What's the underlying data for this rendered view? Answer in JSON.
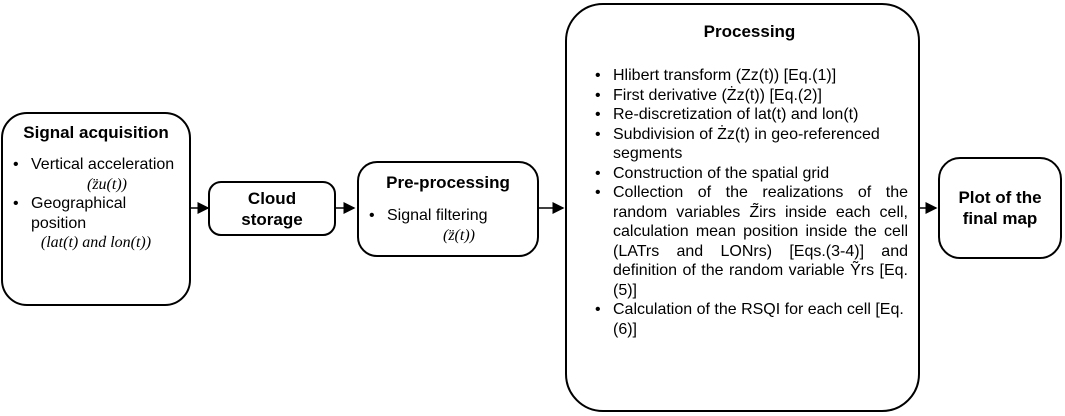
{
  "boxes": {
    "signal_acquisition": {
      "title": "Signal acquisition",
      "item1_label": "Vertical acceleration",
      "item1_math": "(z̈u(t))",
      "item2_label": "Geographical position",
      "item2_math": "(lat(t) and lon(t))"
    },
    "cloud_storage": {
      "title": "Cloud storage"
    },
    "pre_processing": {
      "title": "Pre-processing",
      "item1_label": "Signal filtering",
      "item1_math": "(z̈(t))"
    },
    "processing": {
      "title": "Processing",
      "items": [
        "Hlibert transform (Zz(t)) [Eq.(1)]",
        "First derivative (Żz(t)) [Eq.(2)]",
        "Re-discretization of lat(t) and lon(t)",
        "Subdivision of Żz(t) in geo-referenced segments",
        "Construction of the spatial grid",
        "Collection of the realizations of the random variables Z̃irs inside each cell, calculation mean position inside the cell (LATrs and LONrs) [Eqs.(3-4)] and definition of the random variable Ỹrs [Eq.(5)]",
        "Calculation of the RSQI for each cell [Eq.(6)]"
      ]
    },
    "plot": {
      "title": "Plot of the final map"
    }
  }
}
